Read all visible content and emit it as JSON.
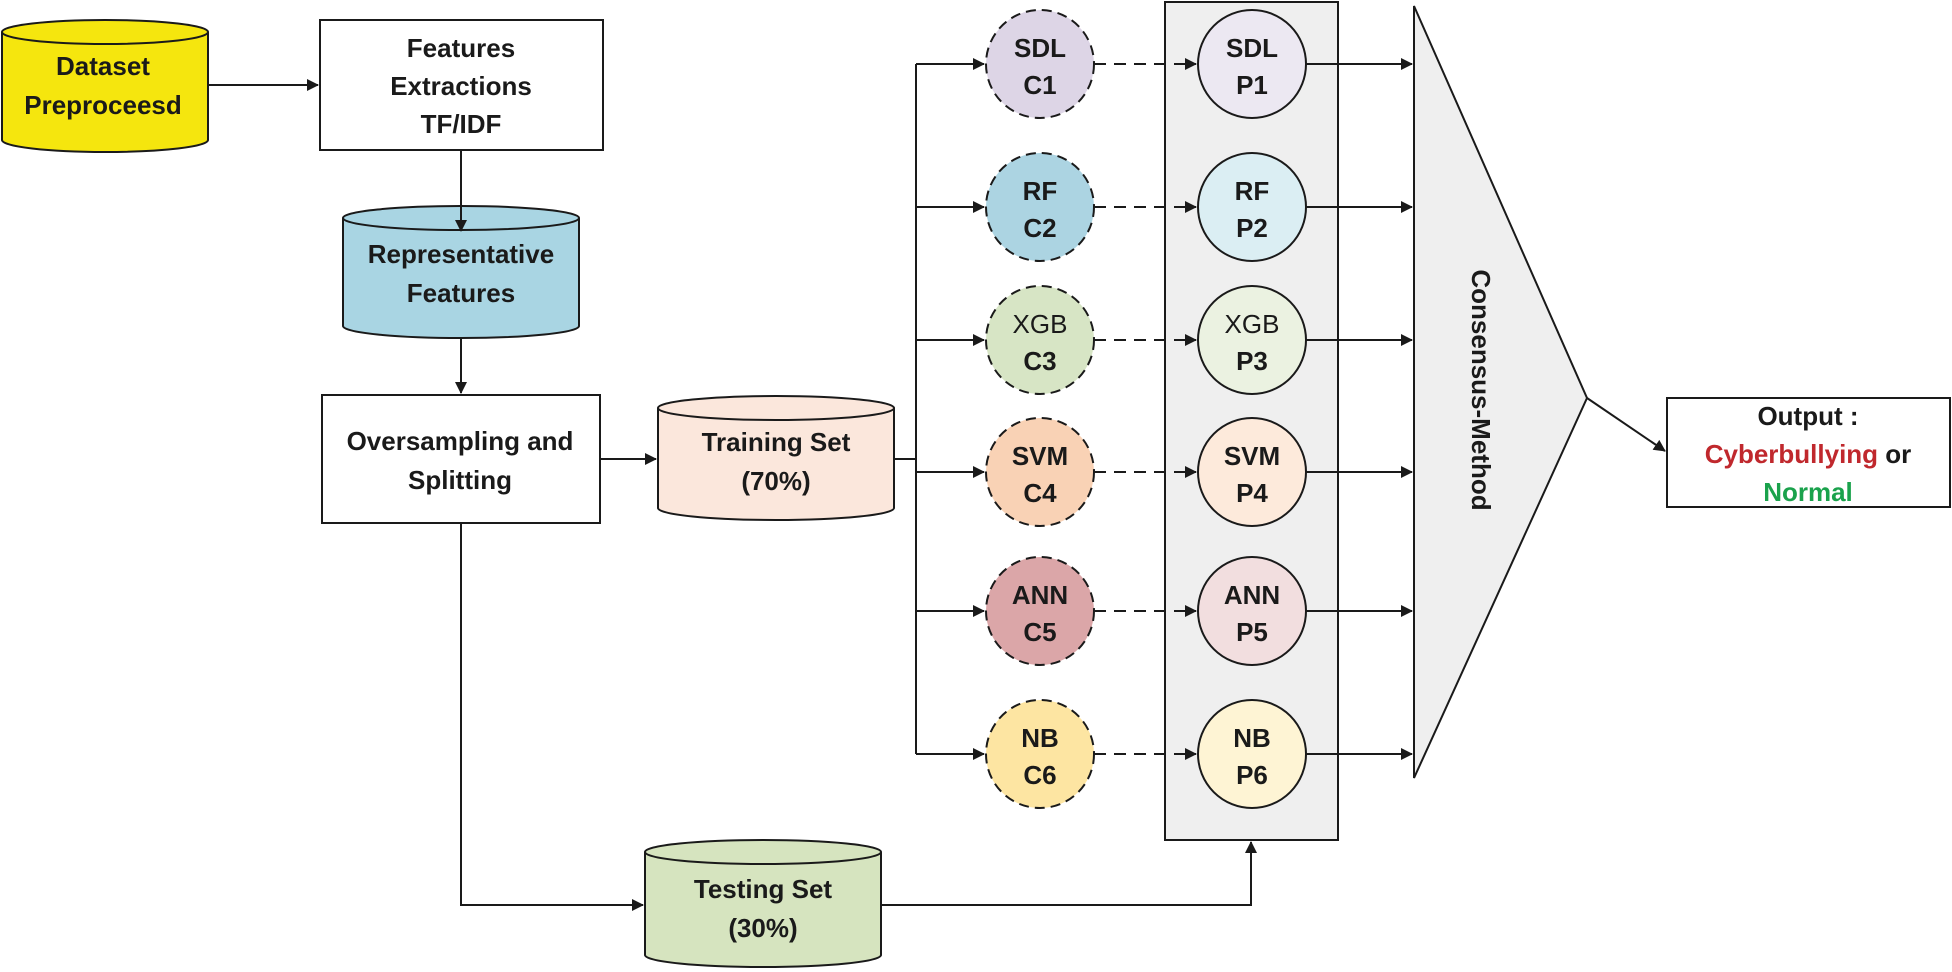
{
  "dataset": {
    "line1": "Dataset",
    "line2": "Preproceesd"
  },
  "features_extraction": {
    "line1": "Features",
    "line2": "Extractions",
    "line3": "TF/IDF"
  },
  "representative_features": {
    "line1": "Representative",
    "line2": "Features"
  },
  "oversampling": {
    "line1": "Oversampling and",
    "line2": "Splitting"
  },
  "training_set": {
    "line1": "Training Set",
    "line2": "(70%)"
  },
  "testing_set": {
    "line1": "Testing Set",
    "line2": "(30%)"
  },
  "classifiers": [
    {
      "name": "SDL",
      "c_label": "C1",
      "p_label": "P1"
    },
    {
      "name": "RF",
      "c_label": "C2",
      "p_label": "P2"
    },
    {
      "name": "XGB",
      "c_label": "C3",
      "p_label": "P3"
    },
    {
      "name": "SVM",
      "c_label": "C4",
      "p_label": "P4"
    },
    {
      "name": "ANN",
      "c_label": "C5",
      "p_label": "P5"
    },
    {
      "name": "NB",
      "c_label": "C6",
      "p_label": "P6"
    }
  ],
  "consensus": {
    "label": "Consensus-Method"
  },
  "output": {
    "title": "Output :",
    "class_a": "Cyberbullying",
    "connector": "or",
    "class_b": "Normal"
  },
  "colors": {
    "dataset": "#f5e60e",
    "representative": "#a9d5e3",
    "training": "#fbe7dc",
    "testing": "#d6e4bf",
    "class_a": "#c0282d",
    "class_b": "#1aa24c",
    "panel": "#efefef",
    "classifier_fills": [
      "#ddd5e6",
      "#acd4e2",
      "#d7e5c5",
      "#f9d2b5",
      "#dba6a8",
      "#fde5a2"
    ],
    "predictor_fills": [
      "#ece8f2",
      "#dbeef3",
      "#ebf2e1",
      "#fdeadb",
      "#f2dedf",
      "#fef4d4"
    ]
  }
}
